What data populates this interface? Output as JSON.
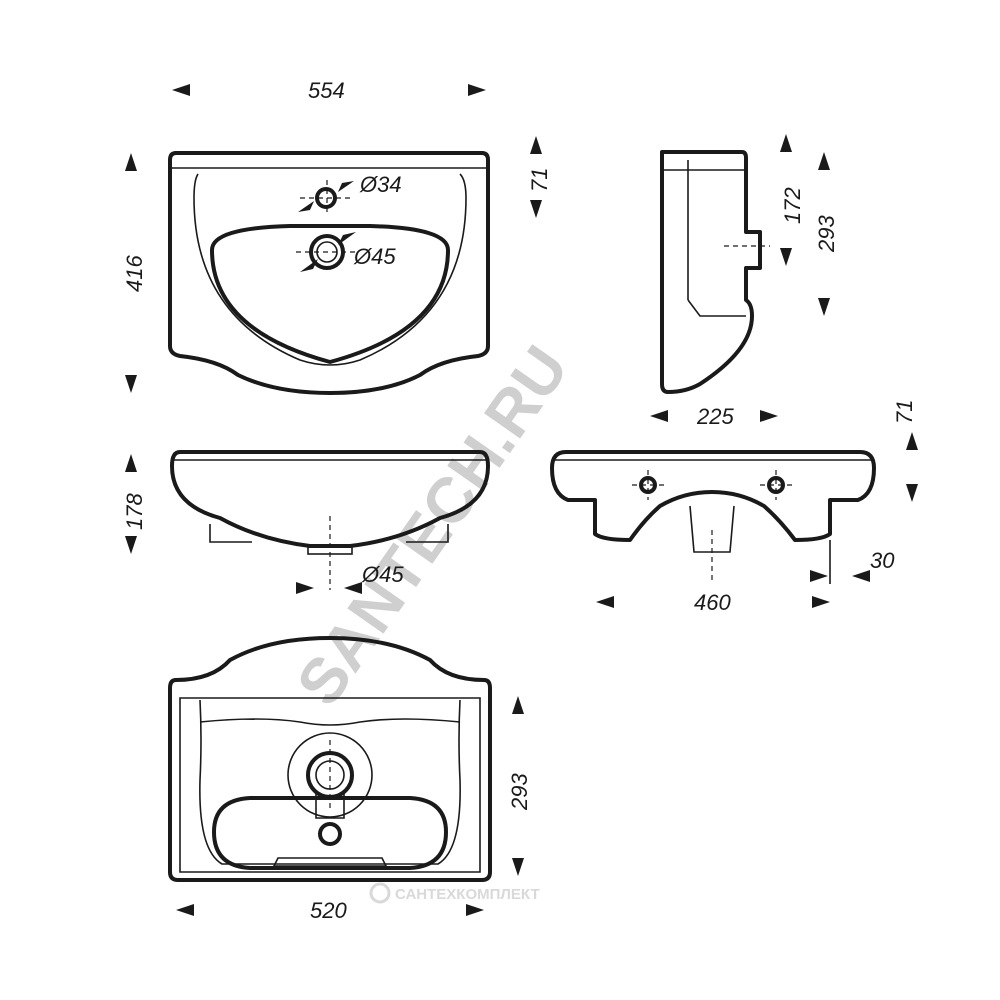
{
  "dimensions": {
    "top_width": "554",
    "top_depth": "416",
    "tap_hole": "Ø34",
    "drain_top": "Ø45",
    "tap_offset": "71",
    "side_height": "172",
    "side_total": "293",
    "side_depth": "225",
    "front_height": "178",
    "front_drain": "Ø45",
    "back_offset": "71",
    "back_width": "460",
    "back_edge": "30",
    "bottom_depth": "293",
    "bottom_width": "520"
  },
  "watermark": {
    "main": "SANTECH.RU",
    "brand": "САНТЕХКОМПЛЕКТ"
  },
  "colors": {
    "line": "#1a1a1a",
    "watermark": "#cfcfcf"
  }
}
